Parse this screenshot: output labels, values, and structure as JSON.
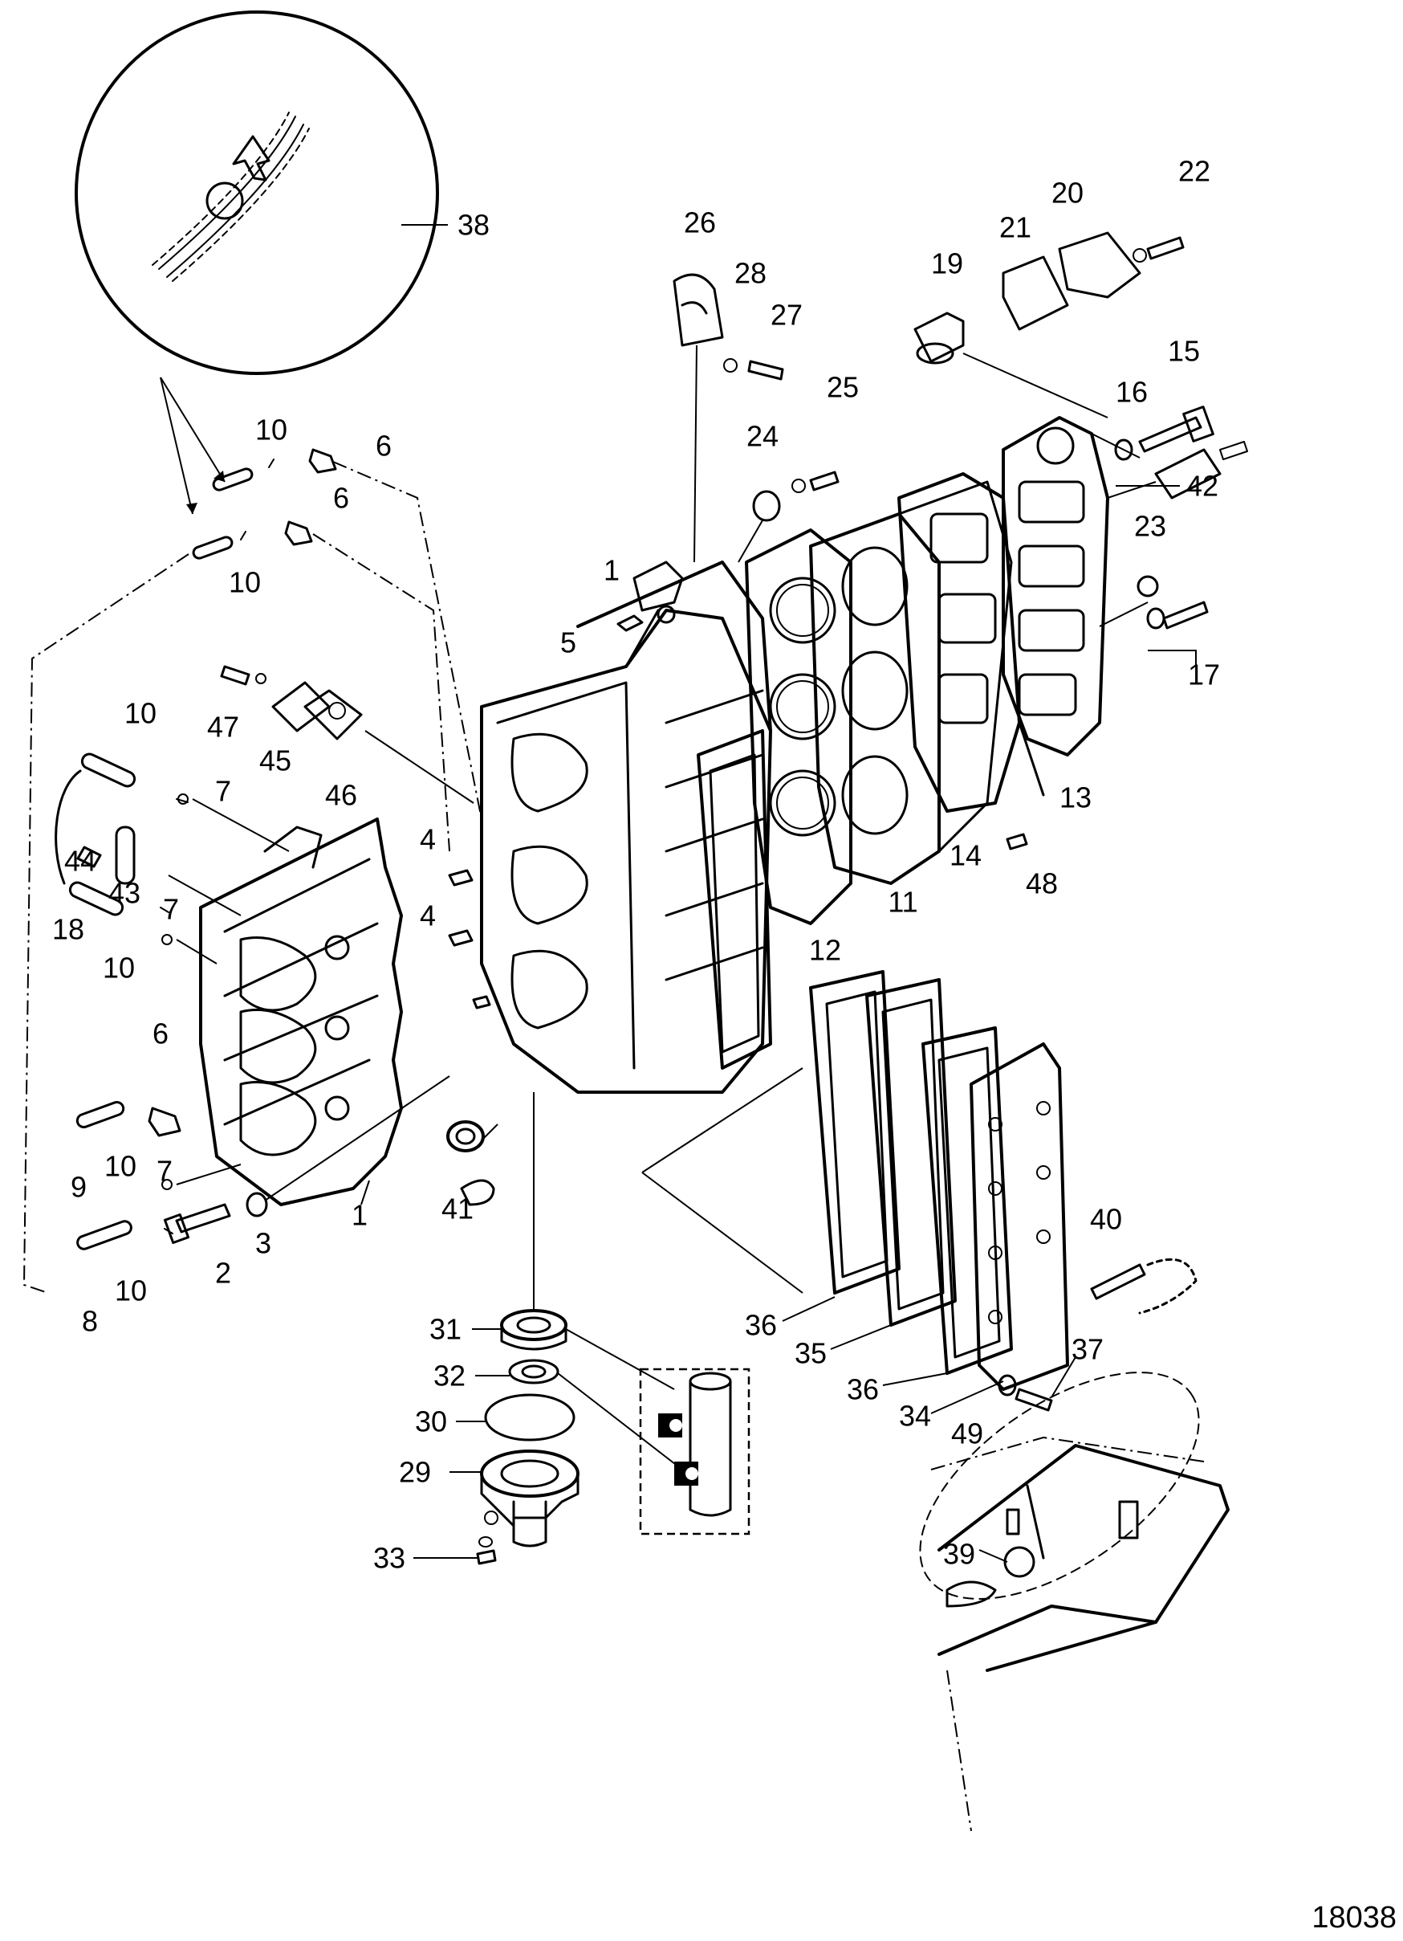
{
  "figure_id": "18038",
  "callouts": [
    {
      "label": "1"
    },
    {
      "label": "1"
    },
    {
      "label": "2"
    },
    {
      "label": "3"
    },
    {
      "label": "4"
    },
    {
      "label": "4"
    },
    {
      "label": "5"
    },
    {
      "label": "6"
    },
    {
      "label": "6"
    },
    {
      "label": "6"
    },
    {
      "label": "7"
    },
    {
      "label": "7"
    },
    {
      "label": "7"
    },
    {
      "label": "8"
    },
    {
      "label": "9"
    },
    {
      "label": "10"
    },
    {
      "label": "10"
    },
    {
      "label": "10"
    },
    {
      "label": "10"
    },
    {
      "label": "10"
    },
    {
      "label": "10"
    },
    {
      "label": "11"
    },
    {
      "label": "12"
    },
    {
      "label": "13"
    },
    {
      "label": "14"
    },
    {
      "label": "15"
    },
    {
      "label": "16"
    },
    {
      "label": "17"
    },
    {
      "label": "18"
    },
    {
      "label": "19"
    },
    {
      "label": "20"
    },
    {
      "label": "21"
    },
    {
      "label": "22"
    },
    {
      "label": "23"
    },
    {
      "label": "24"
    },
    {
      "label": "25"
    },
    {
      "label": "26"
    },
    {
      "label": "27"
    },
    {
      "label": "28"
    },
    {
      "label": "29"
    },
    {
      "label": "30"
    },
    {
      "label": "31"
    },
    {
      "label": "32"
    },
    {
      "label": "33"
    },
    {
      "label": "34"
    },
    {
      "label": "35"
    },
    {
      "label": "36"
    },
    {
      "label": "36"
    },
    {
      "label": "37"
    },
    {
      "label": "38"
    },
    {
      "label": "39"
    },
    {
      "label": "40"
    },
    {
      "label": "41"
    },
    {
      "label": "42"
    },
    {
      "label": "43"
    },
    {
      "label": "44"
    },
    {
      "label": "45"
    },
    {
      "label": "46"
    },
    {
      "label": "47"
    },
    {
      "label": "48"
    },
    {
      "label": "49"
    }
  ]
}
